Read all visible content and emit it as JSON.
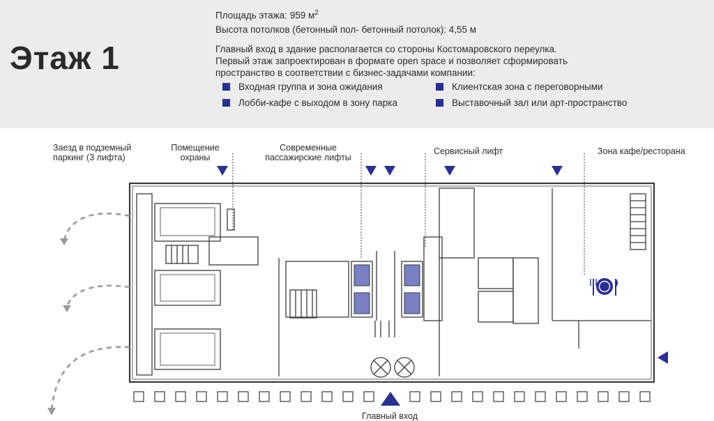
{
  "header": {
    "floor_title": "Этаж 1",
    "area_text": "Площадь этажа: 959 м",
    "area_sup": "2",
    "ceiling_text": "Высота потолков (бетонный пол- бетонный потолок):  4,55 м",
    "description": [
      "Главный вход в здание располагается со стороны Костомаровского переулка.",
      "Первый этаж запроектирован в формате open space и позволяет сформировать",
      "пространство в соответствии с бизнес-задачами компании:"
    ],
    "legend": [
      "Входная группа и зона ожидания",
      "Клиентская зона с переговорными",
      "Лобби-кафе с выходом в зону парка",
      "Выставочный зал или арт-пространство"
    ]
  },
  "plan_labels": {
    "parking_line1": "Заезд в подземный",
    "parking_line2": "паркинг (3 лифта)",
    "security_line1": "Помещение",
    "security_line2": "охраны",
    "lifts_line1": "Современные",
    "lifts_line2": "пассажирские лифты",
    "service_lift": "Сервисный лифт",
    "cafe_zone": "Зона кафе/ресторана",
    "main_entrance": "Главный вход"
  },
  "colors": {
    "accent": "#2b2f8e",
    "header_bg": "#ececec",
    "lift_fill": "#7b80c4"
  },
  "icons": {
    "marker": "triangle-marker-icon",
    "dining": "plate-cutlery-icon"
  }
}
